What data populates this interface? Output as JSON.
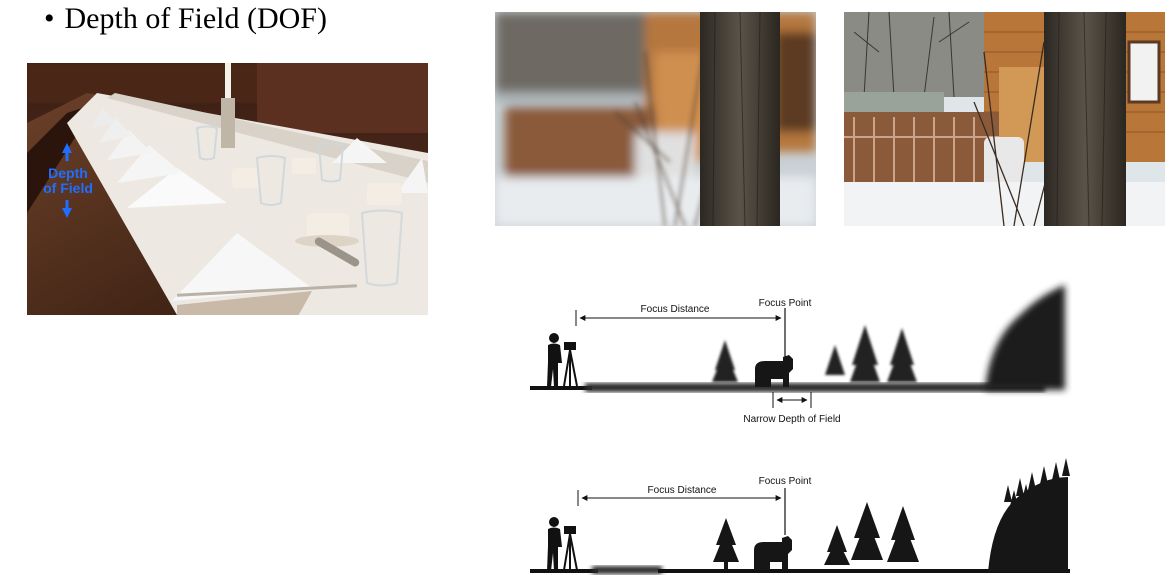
{
  "slide": {
    "bullet_symbol": "•",
    "title": "Depth of Field (DOF)"
  },
  "photo_table": {
    "overlay_line1": "Depth",
    "overlay_line2": "of Field",
    "overlay_color": "#1e6fff"
  },
  "diagram_narrow": {
    "focus_distance_label": "Focus Distance",
    "focus_point_label": "Focus Point",
    "dof_label": "Narrow Depth of Field"
  },
  "diagram_deep": {
    "focus_distance_label": "Focus Distance",
    "focus_point_label": "Focus Point"
  }
}
